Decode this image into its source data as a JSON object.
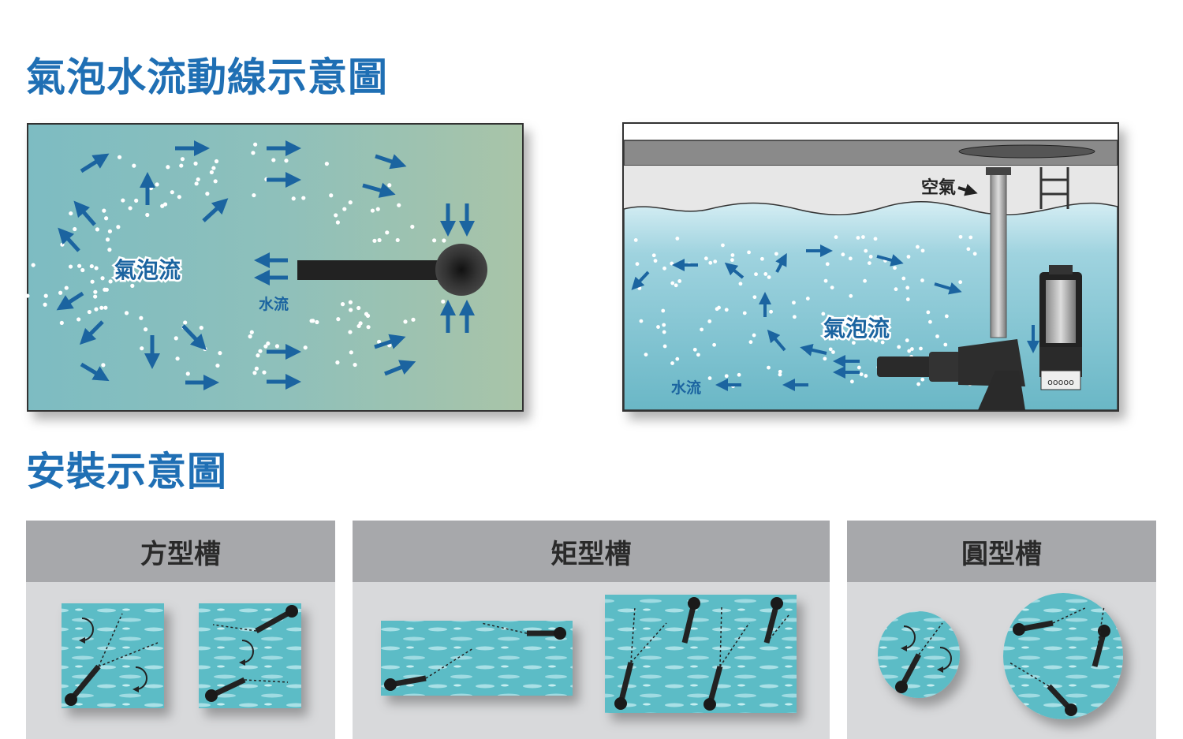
{
  "titles": {
    "flow_diagram": "氣泡水流動線示意圖",
    "installation": "安裝示意圖"
  },
  "top_view": {
    "bubble_flow_label": "氣泡流",
    "water_flow_label": "水流"
  },
  "side_view": {
    "air_label": "空氣",
    "bubble_flow_label": "氣泡流",
    "water_flow_label": "水流"
  },
  "installation_panels": [
    {
      "label": "方型槽"
    },
    {
      "label": "矩型槽"
    },
    {
      "label": "圓型槽"
    }
  ],
  "colors": {
    "title_blue": "#1f6fb4",
    "arrow_blue": "#1b64a0",
    "header_gray": "#a7a8ab",
    "water_teal": "#5bbcc6"
  }
}
